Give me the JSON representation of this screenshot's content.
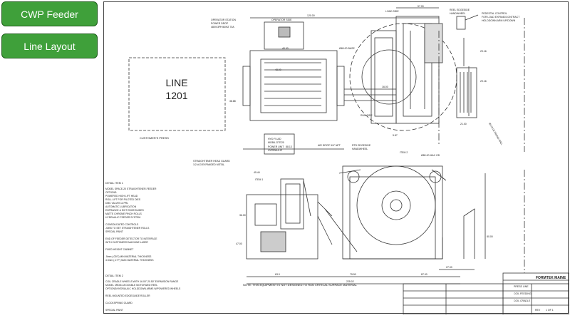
{
  "nav": {
    "cwp_feeder": "CWP Feeder",
    "line_layout": "Line Layout"
  },
  "drawing": {
    "line_label_1": "LINE",
    "line_label_2": "1201",
    "customer_press": "CUSTOMER'S PRESS",
    "operator_station": "OPERATOR STATION",
    "power_drop": "POWER DROP",
    "power_spec": "480V/3PH/60HZ 70A",
    "operator_side": "OPERATOR SIDE",
    "load_side": "LOAD SIDE",
    "reel_edgeside": "REEL EDGESIDE",
    "handwheel": "HANDWHEEL",
    "pedestal_1": "PEDESTAL CONTROL",
    "pedestal_2": "FOR LOAD EXPAND/CONTRACT",
    "pedestal_3": "HOLDDOWN ARM UP/DOWN",
    "dim_120": "120.00",
    "dim_40": "40.00",
    "dim_57": "57.00",
    "dim_48": "48.00",
    "dim_6500": "Ø65.00 BASE",
    "dim_16": "16.00",
    "dim_29a": "29.16",
    "dim_29b": "29.16",
    "dim_21": "21.00",
    "dim_38": "38.88",
    "dim_88": "88.13",
    "dim_587": "5.87",
    "run_side": "RUN SIDE",
    "hyd_fluid": "HYD FLUID",
    "mobil": "MOBIL DTE25",
    "power_unit": "POWER UNIT",
    "hydraulic": "HYDRAULIC",
    "air_drop": "AIR DROP 3/4\" NPT",
    "rtd": "RTD EDGESIDE",
    "rtd2": "HANDWHEEL",
    "swing": "Ø170.00 SWING RAD.",
    "head_guard_1": "STRAIGHTENER HEAD GUARD",
    "head_guard_2": "1/2-#13 EXPANDED METAL",
    "item_2": "ITEM 2",
    "item_1": "ITEM 1",
    "dim_4544": "45.44",
    "dim_8000": "Ø80.00 MAX OD",
    "dim_36": "36.00",
    "dim_47": "47.00",
    "dim_63": "63.0",
    "dim_7550": "75.50",
    "dim_87": "87.00",
    "dim_22502": "225.02",
    "dim_80": "80.00",
    "dim_27": "27.00",
    "detail_1_title": "DETAIL ITEM 1",
    "detail_1": [
      "MODEL SPACE-20 STRAIGHTENER-FEEDER",
      "OPTIONS:",
      "POWERED HIGH LIFT HEAD",
      "ROLL LIFT FOR PILOTED DIES",
      "DMC VALVES & PRL",
      "AUTOMATIC LUBRICATION",
      "ENTRANCE & EXIT EDGEGUIDES",
      "MATTE CHROME PINCH ROLLS",
      "HYDRAULIC FEEDER SYSTEM",
      "",
      "CONSOLIDATED CONTROLS",
      "JOBS TO SET STRAIGHTENER ROLLS",
      "SPECIAL PAINT",
      "",
      "END OF FEEDER DETECTOR TO INTERFACE",
      "WITH CUSTOMERS MACHINE LASER",
      "",
      "FIXED HEIGHT CABINET",
      "",
      ".5mm (.020\") MIN MATERIAL THICKNESS",
      "4.5mm (.177\") MAX MATERIAL THICKNESS"
    ],
    "detail_2_title": "DETAIL ITEM 2",
    "detail_2": [
      "COIL CRADLE WHEELS WITH 16.00\"-20.50\" EXPANSION RANGE",
      "MODEL 4RDM-18 DOUBLE MOTORIZED REEL",
      "OPTIONS/HYDRAULIC HOLDDOWN ARMS W/POWERED WHEELS",
      "",
      "REEL MOUNTED EDGEGUIDE ROLLER",
      "",
      "CLOCKSPRING GUARD",
      "",
      "SPECIAL PAINT"
    ],
    "note": "NOTE: THIS EQUIPMENT IS NOT DESIGNED TO RUN CRITICAL SURFACE MATERIAL",
    "company": "FORMTEK MAINE",
    "title_block_1": "PRESS LINE",
    "title_block_2": "COIL FEEDING",
    "title_block_3": "COIL CRADLE",
    "rev_label": "REV",
    "sheet": "1 OF 1"
  }
}
